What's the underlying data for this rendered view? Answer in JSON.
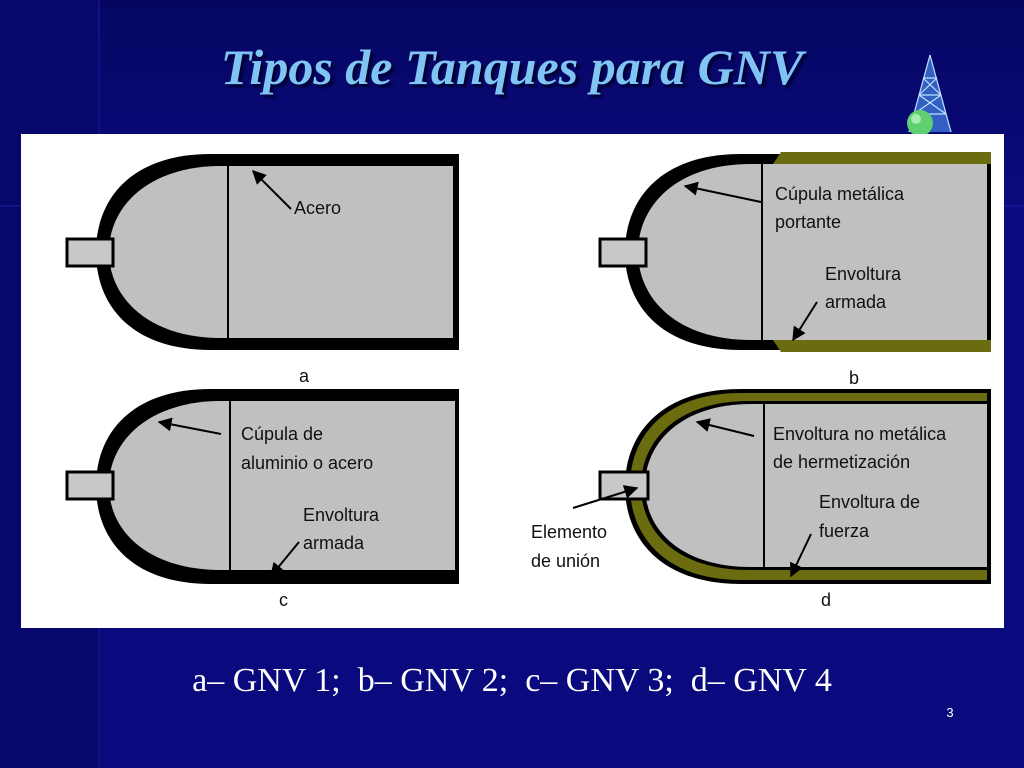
{
  "slide": {
    "title": "Tipos de Tanques para GNV",
    "caption": "a– GNV 1;  b– GNV 2;  c– GNV 3;  d– GNV 4",
    "page_number": "3"
  },
  "colors": {
    "background": "#0a0a7e",
    "title": "#7fc4f2",
    "tank_fill": "#c0c0c0",
    "wall": "#000000",
    "wrap": "#6b6b10"
  },
  "diagram": {
    "tank_a": {
      "letter": "a",
      "labels": [
        "Acero"
      ]
    },
    "tank_b": {
      "letter": "b",
      "labels": [
        "Cúpula metálica",
        "portante",
        "Envoltura",
        "armada"
      ]
    },
    "tank_c": {
      "letter": "c",
      "labels": [
        "Cúpula de",
        "aluminio o acero",
        "Envoltura",
        "armada"
      ]
    },
    "tank_d": {
      "letter": "d",
      "labels": [
        "Envoltura no metálica",
        "de hermetización",
        "Envoltura de",
        "fuerza",
        "Elemento",
        "de unión"
      ]
    }
  }
}
